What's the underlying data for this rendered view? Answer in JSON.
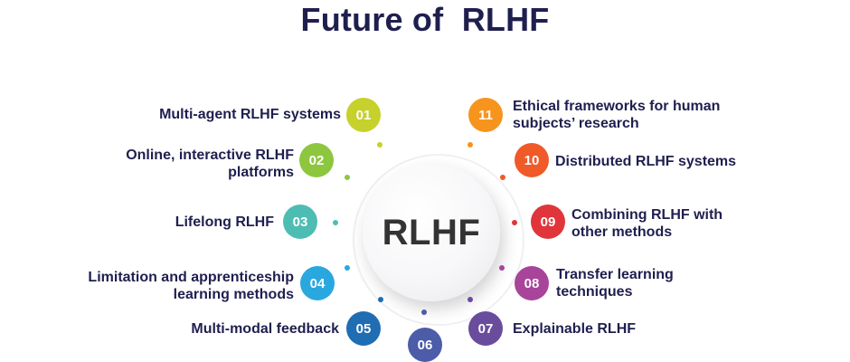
{
  "title": "Future of  RLHF",
  "center_label": "RLHF",
  "items": [
    {
      "number": "01",
      "text": "Multi-agent RLHF systems",
      "color": "#c6d12b"
    },
    {
      "number": "02",
      "text": "Online, interactive RLHF platforms",
      "color": "#8dc63f"
    },
    {
      "number": "03",
      "text": "Lifelong RLHF",
      "color": "#4dbdb3"
    },
    {
      "number": "04",
      "text": "Limitation and apprenticeship learning methods",
      "color": "#29a8df"
    },
    {
      "number": "05",
      "text": "Multi-modal feedback",
      "color": "#1f6db3"
    },
    {
      "number": "06",
      "text": "",
      "color": "#4c5ca8"
    },
    {
      "number": "07",
      "text": "Explainable RLHF",
      "color": "#6a4c9c"
    },
    {
      "number": "08",
      "text": "Transfer learning techniques",
      "color": "#a8449a"
    },
    {
      "number": "09",
      "text": "Combining RLHF with other methods",
      "color": "#e0353a"
    },
    {
      "number": "10",
      "text": "Distributed RLHF systems",
      "color": "#ef5a28"
    },
    {
      "number": "11",
      "text": "Ethical frameworks for human subjects’ research",
      "color": "#f7941d"
    }
  ]
}
